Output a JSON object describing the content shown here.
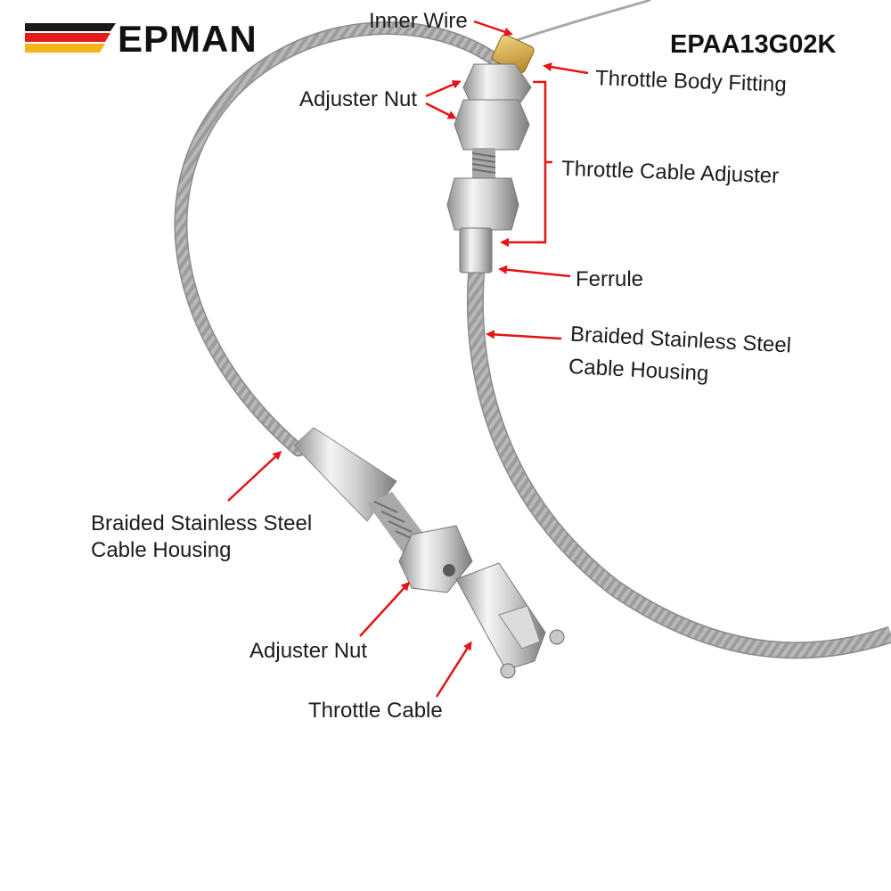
{
  "brand": {
    "name": "EPMAN",
    "stripe_colors": [
      "#1a1a1a",
      "#e21b1b",
      "#f3b41c"
    ]
  },
  "product_code": "EPAA13G02K",
  "labels": {
    "inner_wire": "Inner Wire",
    "throttle_body_fitting": "Throttle Body Fitting",
    "adjuster_nut_top": "Adjuster Nut",
    "throttle_cable_adjuster": "Throttle Cable Adjuster",
    "ferrule": "Ferrule",
    "housing_right_line1": "Braided Stainless Steel",
    "housing_right_line2": "Cable Housing",
    "housing_left_line1": "Braided Stainless Steel",
    "housing_left_line2": "Cable Housing",
    "adjuster_nut_bottom": "Adjuster Nut",
    "throttle_cable": "Throttle Cable"
  },
  "colors": {
    "arrow": "#e31414",
    "label_text": "#1c1c1c"
  }
}
